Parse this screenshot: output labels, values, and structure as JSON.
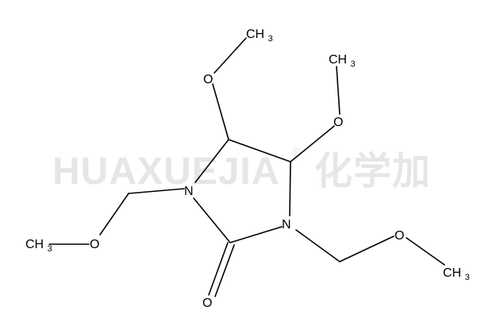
{
  "watermark": {
    "latin": "HUAXUEJIA",
    "registered": "®",
    "chinese": "化学加"
  },
  "atoms": {
    "ch3_top": "CH3",
    "ch3_right_top": "CH3",
    "o_top_left": "O",
    "o_top_right": "O",
    "n_left": "N",
    "n_right": "N",
    "o_left": "O",
    "o_right": "O",
    "o_carbonyl": "O",
    "ch3_left": "CH3",
    "ch3_right": "CH3"
  },
  "colors": {
    "bond": "#000000",
    "label": "#000000",
    "watermark": "#e6e6e6",
    "background": "#ffffff"
  }
}
